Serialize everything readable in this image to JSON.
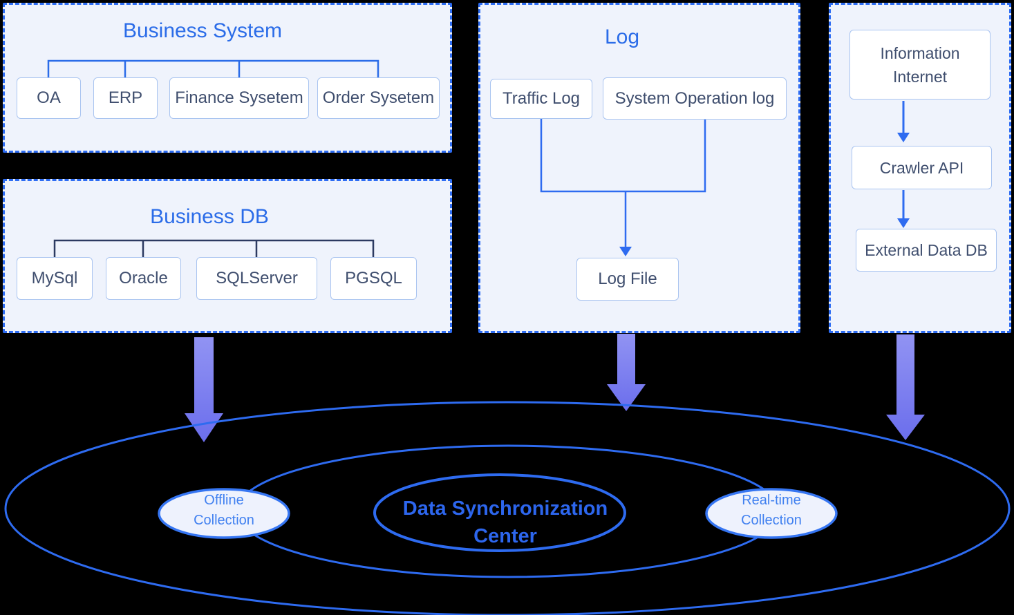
{
  "colors": {
    "accent_blue": "#2b6ce8",
    "dashed_border": "#2d6cf3",
    "panel_fill": "#eff3fc",
    "node_border": "#a9c4f0",
    "node_text": "#3f4e6e",
    "navy_connector": "#2c3a61",
    "blue_connector": "#2e6bf0",
    "arrow_purple_top": "#9193f3",
    "arrow_purple_bottom": "#6b6eec",
    "hub_ellipse_stroke": "#2e6bf0",
    "hub_small_fill": "#eef2fd",
    "hub_text_blue": "#4080f0",
    "background": "#000000"
  },
  "panels": {
    "business_system": {
      "title": "Business System",
      "items": [
        "OA",
        "ERP",
        "Finance Sysetem",
        "Order Sysetem"
      ]
    },
    "business_db": {
      "title": "Business DB",
      "items": [
        "MySql",
        "Oracle",
        "SQLServer",
        "PGSQL"
      ]
    },
    "log": {
      "title": "Log",
      "sources": [
        "Traffic Log",
        "System Operation log"
      ],
      "target": "Log File"
    },
    "external_data": {
      "nodes": [
        "Information Internet",
        "Crawler API",
        "External Data DB"
      ]
    }
  },
  "hub": {
    "offline": {
      "line1": "Offline",
      "line2": "Collection"
    },
    "center": {
      "line1": "Data Synchronization",
      "line2": "Center"
    },
    "realtime": {
      "line1": "Real-time",
      "line2": "Collection"
    }
  }
}
